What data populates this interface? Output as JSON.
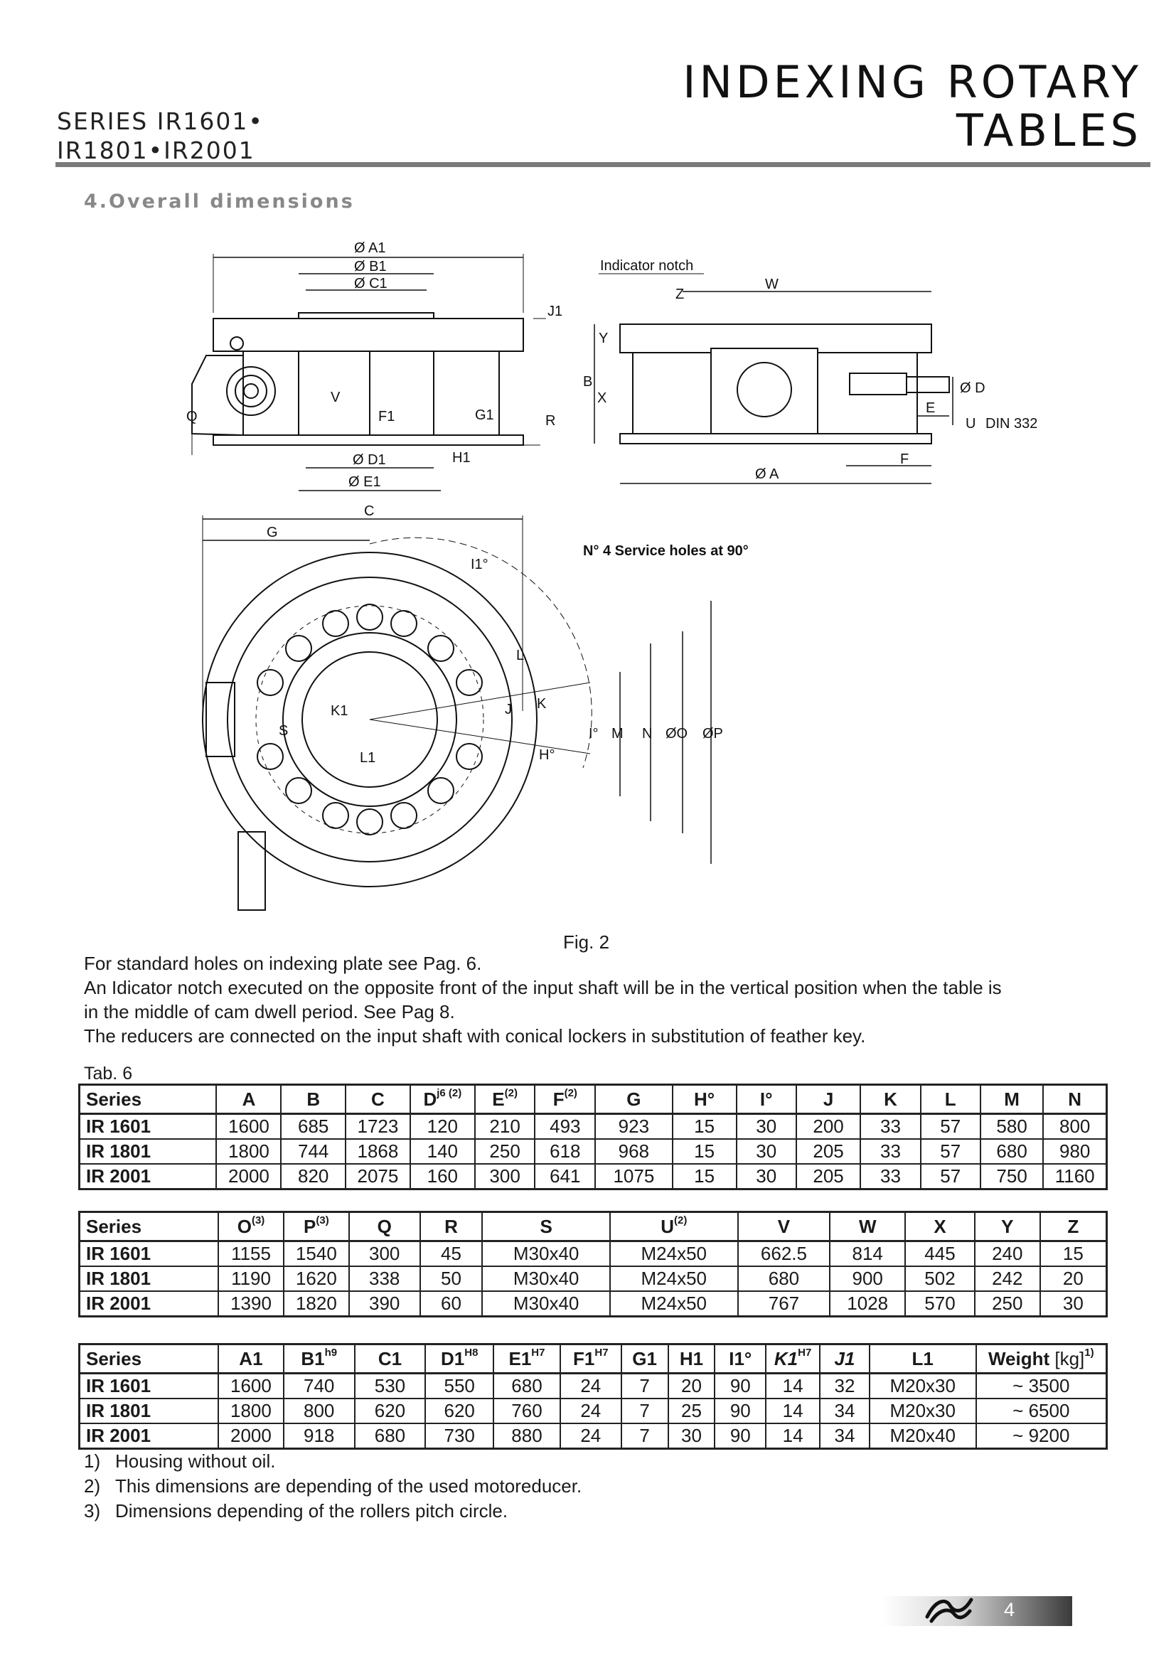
{
  "header": {
    "series_line1": "SERIES IR1601•",
    "series_line2": "IR1801•IR2001",
    "title_line1": "INDEXING ROTARY",
    "title_line2": "TABLES"
  },
  "section": {
    "title": "4.Overall dimensions"
  },
  "drawing_labels": {
    "a1": "Ø A1",
    "b1": "Ø B1",
    "c1": "Ø C1",
    "j1": "J1",
    "q": "Q",
    "v": "V",
    "f1": "F1",
    "g1": "G1",
    "r": "R",
    "d1": "Ø D1",
    "e1": "Ø E1",
    "h1": "H1",
    "indicator": "Indicator notch",
    "w": "W",
    "z": "Z",
    "y": "Y",
    "b": "B",
    "x": "X",
    "d": "Ø D",
    "e": "E",
    "u": "U",
    "din": "DIN 332",
    "f": "F",
    "a": "Ø A",
    "c": "C",
    "g": "G",
    "i1": "I1°",
    "service": "N° 4 Service holes at 90°",
    "l": "L",
    "j": "J",
    "k": "K",
    "k1": "K1",
    "s": "S",
    "l1": "L1",
    "h": "H°",
    "i": "I°",
    "m": "M",
    "n": "N",
    "o": "ØO",
    "p": "ØP"
  },
  "figure": {
    "caption": "Fig. 2"
  },
  "notes": [
    "For standard holes on indexing plate see Pag. 6.",
    "An Idicator notch executed on the opposite front of the input shaft will be in the vertical position when the table is",
    "in the middle of cam dwell period. See Pag 8.",
    "The reducers are connected on the input shaft with conical lockers in substitution of feather key."
  ],
  "tab_label": "Tab. 6",
  "table1": {
    "headers": [
      "Series",
      "A",
      "B",
      "C",
      "D",
      "E",
      "F",
      "G",
      "H°",
      "I°",
      "J",
      "K",
      "L",
      "M",
      "N"
    ],
    "sups": {
      "d": "j6 (2)",
      "e": "(2)",
      "f": "(2)"
    },
    "rows": [
      [
        "IR 1601",
        "1600",
        "685",
        "1723",
        "120",
        "210",
        "493",
        "923",
        "15",
        "30",
        "200",
        "33",
        "57",
        "580",
        "800"
      ],
      [
        "IR 1801",
        "1800",
        "744",
        "1868",
        "140",
        "250",
        "618",
        "968",
        "15",
        "30",
        "205",
        "33",
        "57",
        "680",
        "980"
      ],
      [
        "IR 2001",
        "2000",
        "820",
        "2075",
        "160",
        "300",
        "641",
        "1075",
        "15",
        "30",
        "205",
        "33",
        "57",
        "750",
        "1160"
      ]
    ]
  },
  "table2": {
    "headers": [
      "Series",
      "O",
      "P",
      "Q",
      "R",
      "S",
      "U",
      "V",
      "W",
      "X",
      "Y",
      "Z"
    ],
    "sups": {
      "o": "(3)",
      "p": "(3)",
      "u": "(2)"
    },
    "rows": [
      [
        "IR 1601",
        "1155",
        "1540",
        "300",
        "45",
        "M30x40",
        "M24x50",
        "662.5",
        "814",
        "445",
        "240",
        "15"
      ],
      [
        "IR 1801",
        "1190",
        "1620",
        "338",
        "50",
        "M30x40",
        "M24x50",
        "680",
        "900",
        "502",
        "242",
        "20"
      ],
      [
        "IR 2001",
        "1390",
        "1820",
        "390",
        "60",
        "M30x40",
        "M24x50",
        "767",
        "1028",
        "570",
        "250",
        "30"
      ]
    ]
  },
  "table3": {
    "headers": [
      "Series",
      "A1",
      "B1",
      "C1",
      "D1",
      "E1",
      "F1",
      "G1",
      "H1",
      "I1°",
      "K1",
      "J1",
      "L1",
      "Weight",
      "[kg]"
    ],
    "sups": {
      "b1": "h9",
      "d1": "H8",
      "e1": "H7",
      "f1": "H7",
      "k1": "H7",
      "w": "1)"
    },
    "rows": [
      [
        "IR 1601",
        "1600",
        "740",
        "530",
        "550",
        "680",
        "24",
        "7",
        "20",
        "90",
        "14",
        "32",
        "M20x30",
        "~ 3500"
      ],
      [
        "IR 1801",
        "1800",
        "800",
        "620",
        "620",
        "760",
        "24",
        "7",
        "25",
        "90",
        "14",
        "34",
        "M20x30",
        "~ 6500"
      ],
      [
        "IR 2001",
        "2000",
        "918",
        "680",
        "730",
        "880",
        "24",
        "7",
        "30",
        "90",
        "14",
        "34",
        "M20x40",
        "~ 9200"
      ]
    ]
  },
  "footnotes": [
    {
      "num": "1)",
      "text": "Housing without oil."
    },
    {
      "num": "2)",
      "text": "This dimensions are depending of the used motoreducer."
    },
    {
      "num": "3)",
      "text": "Dimensions depending of the rollers pitch circle."
    }
  ],
  "page": {
    "number": "4"
  }
}
